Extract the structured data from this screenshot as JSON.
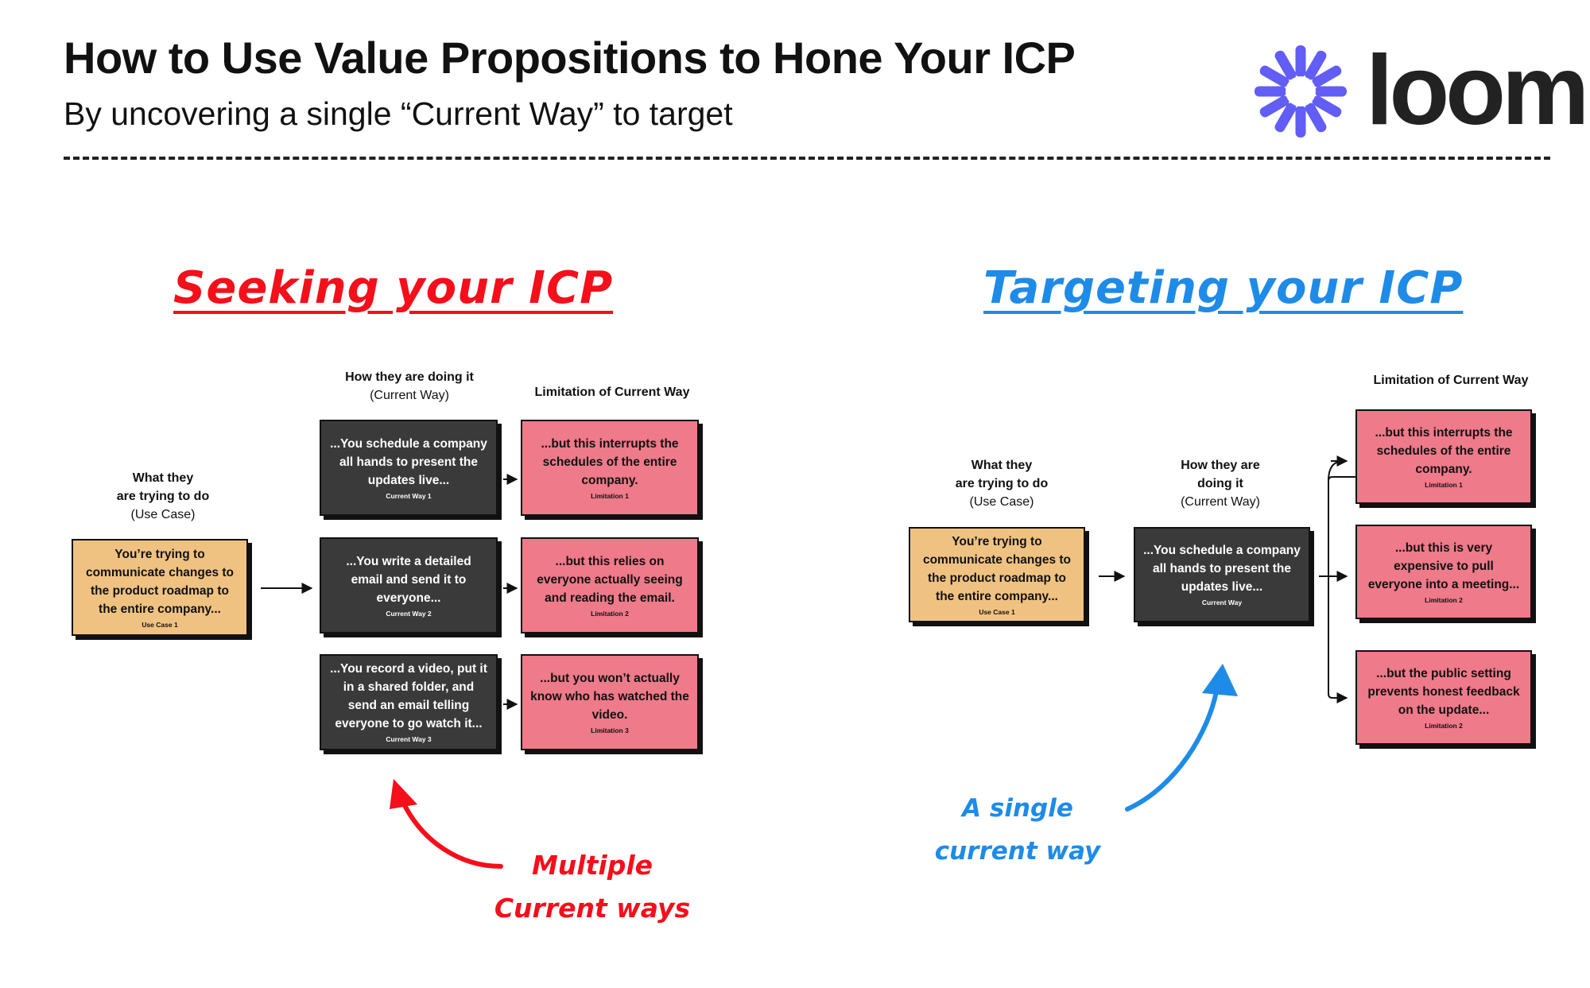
{
  "header": {
    "title": "How to Use Value Propositions to Hone Your ICP",
    "subtitle": "By uncovering a single “Current Way” to target",
    "logo_text": "loom",
    "logo_icon": "loom-asterisk-icon",
    "logo_color": "#625df5"
  },
  "colors": {
    "red": "#f40f1a",
    "blue": "#1e8be8",
    "tan": "#f0c282",
    "dark": "#3a3a3a",
    "pink": "#ef7a8a"
  },
  "seeking": {
    "heading": "Seeking your ICP",
    "note_line1": "Multiple",
    "note_line2": "Current ways",
    "use_case_header": {
      "line1": "What they",
      "line2": "are trying to do",
      "line3": "(Use Case)"
    },
    "current_way_header": {
      "line1": "How they are doing it",
      "line2": "(Current Way)"
    },
    "limitation_header": "Limitation of Current Way",
    "use_case": {
      "text": "You’re trying to communicate changes to the product roadmap to the entire company...",
      "label": "Use Case 1"
    },
    "current_ways": [
      {
        "text": "...You schedule a company all hands to present the updates live...",
        "label": "Current Way 1"
      },
      {
        "text": "...You write a detailed email and send it to everyone...",
        "label": "Current Way 2"
      },
      {
        "text": "...You record a video, put it in a shared folder, and send an email telling everyone to go watch it...",
        "label": "Current Way 3"
      }
    ],
    "limitations": [
      {
        "text": "...but this interrupts the schedules of the entire company.",
        "label": "Limitation 1"
      },
      {
        "text": "...but this relies on everyone actually seeing and reading the email.",
        "label": "Limitation 2"
      },
      {
        "text": "...but you won’t actually know who has watched the video.",
        "label": "Limitation 3"
      }
    ]
  },
  "targeting": {
    "heading": "Targeting your ICP",
    "note_line1": "A single",
    "note_line2": "current way",
    "use_case_header": {
      "line1": "What they",
      "line2": "are trying to do",
      "line3": "(Use Case)"
    },
    "current_way_header": {
      "line1": "How they are",
      "line2": "doing it",
      "line3": "(Current Way)"
    },
    "limitation_header": "Limitation of Current Way",
    "use_case": {
      "text": "You’re trying to communicate changes to the product roadmap to the entire company...",
      "label": "Use Case 1"
    },
    "current_way": {
      "text": "...You schedule a company all hands to present the updates live...",
      "label": "Current Way"
    },
    "limitations": [
      {
        "text": "...but this interrupts the schedules of the entire company.",
        "label": "Limitation 1"
      },
      {
        "text": "...but this is very expensive to pull everyone into a meeting...",
        "label": "Limitation 2"
      },
      {
        "text": "...but the public setting prevents honest feedback on the update...",
        "label": "Limitation 2"
      }
    ]
  }
}
